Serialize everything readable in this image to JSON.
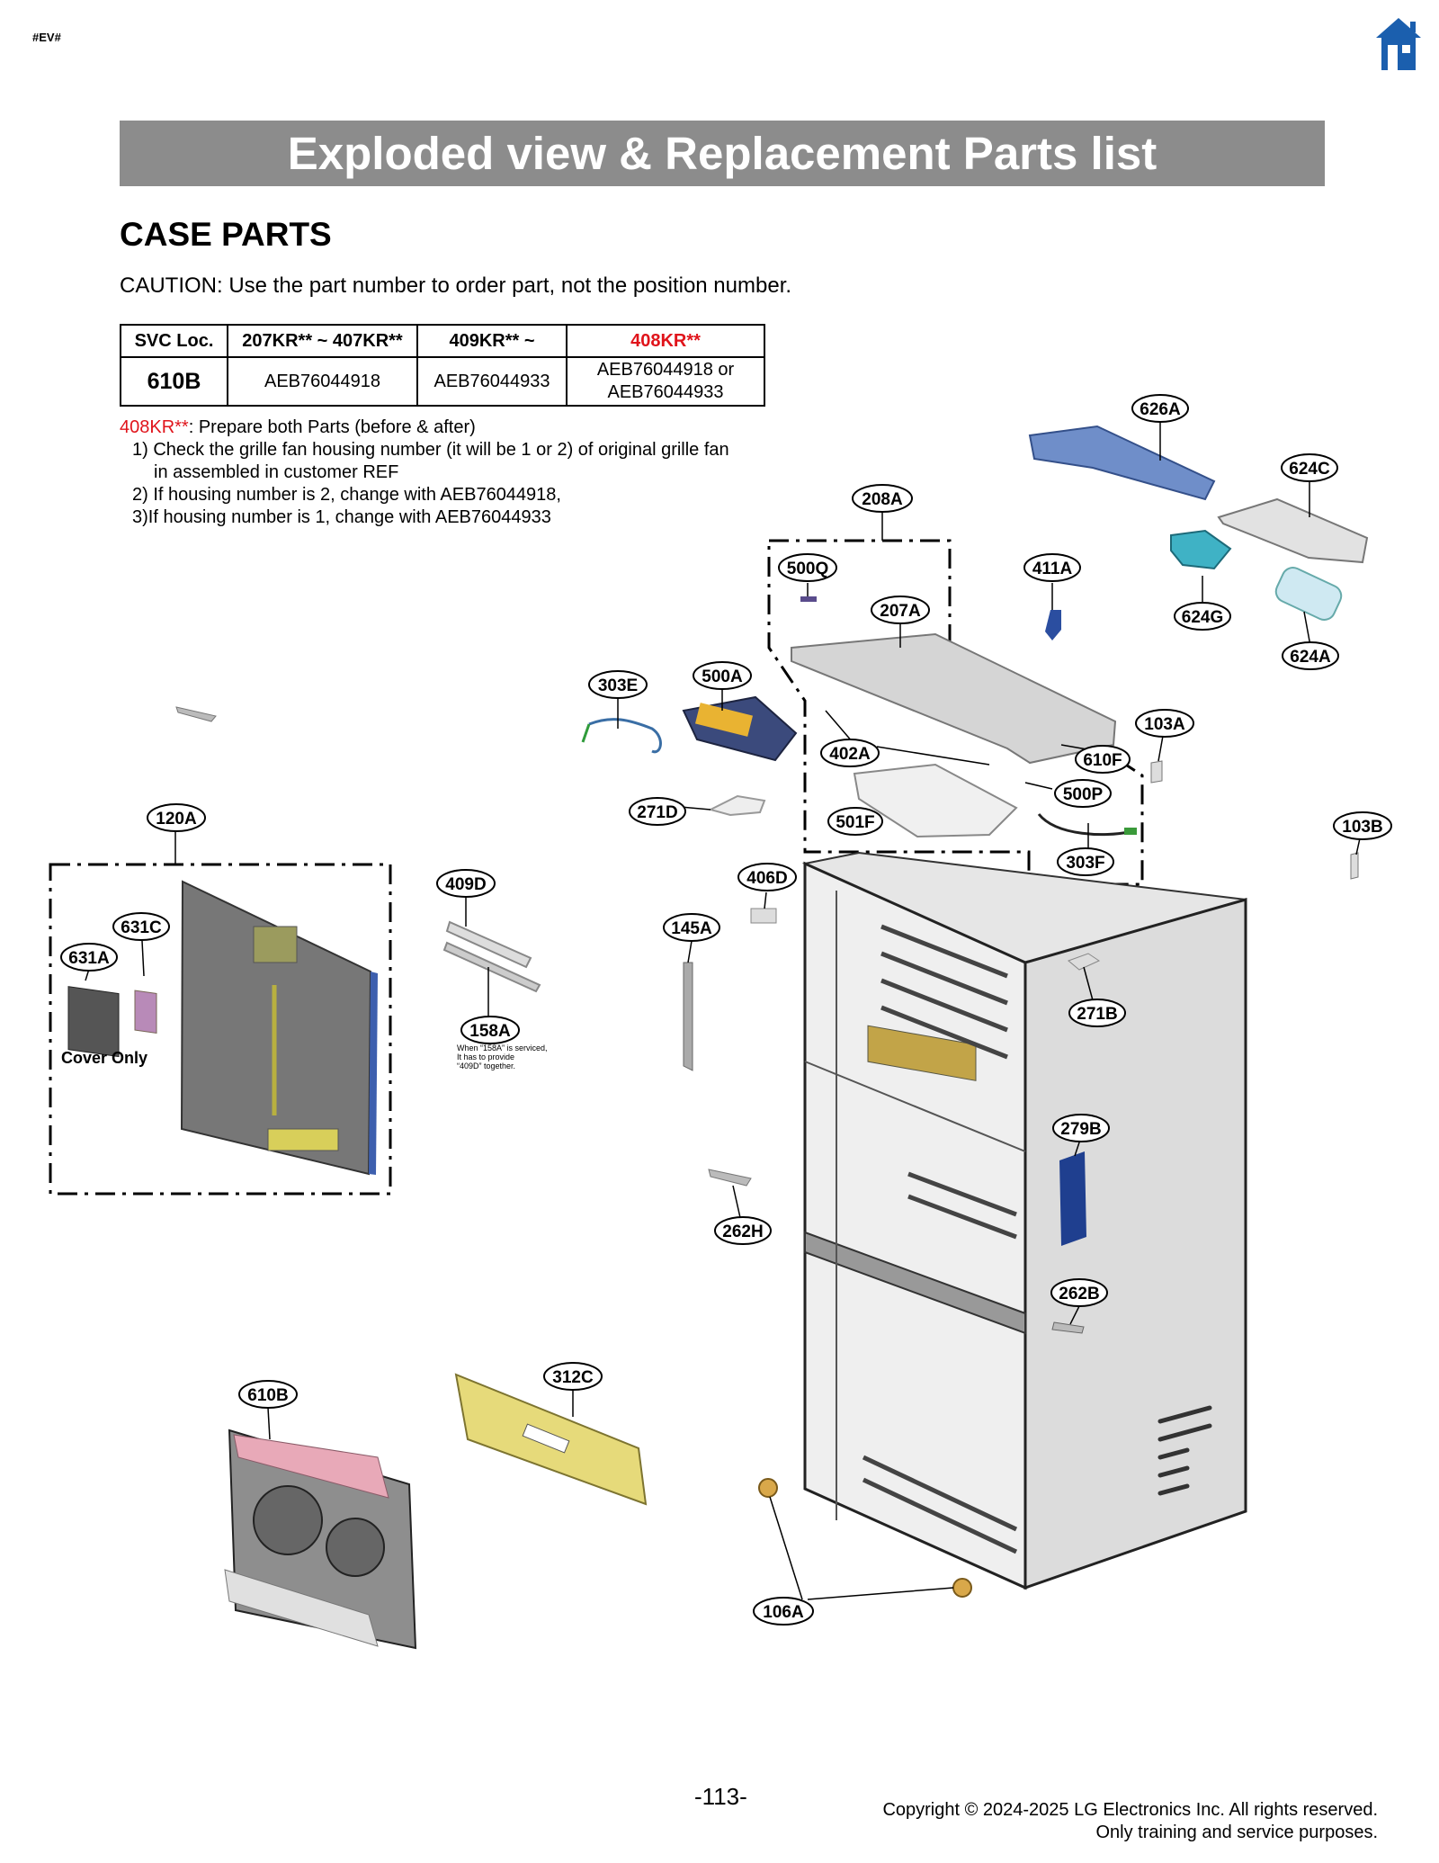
{
  "header": {
    "tag": "#EV#",
    "home_icon": "home-icon"
  },
  "banner_title": "Exploded view & Replacement Parts list",
  "section_title": "CASE PARTS",
  "caution": "CAUTION: Use the part number to order part, not the position number.",
  "svc_table": {
    "headers": [
      "SVC Loc.",
      "207KR** ~ 407KR**",
      "409KR** ~",
      "408KR**"
    ],
    "row": {
      "loc": "610B",
      "c1": "AEB76044918",
      "c2": "AEB76044933",
      "c3_line1": "AEB76044918 or",
      "c3_line2": "AEB76044933"
    },
    "highlight_color": "#e0141b"
  },
  "note": {
    "model": "408KR**",
    "text": ": Prepare both Parts (before & after)",
    "step1a": "1) Check the grille fan housing number (it will be 1 or 2) of original grille fan",
    "step1b": "in assembled in customer REF",
    "step2": "2) If housing number is 2, change with AEB76044918,",
    "step3": "3)If housing number is 1, change with AEB76044933"
  },
  "diagram": {
    "labels": {
      "626A": "626A",
      "624C": "624C",
      "208A": "208A",
      "500Q": "500Q",
      "411A": "411A",
      "624G": "624G",
      "207A": "207A",
      "624A": "624A",
      "303E": "303E",
      "500A": "500A",
      "103A": "103A",
      "402A": "402A",
      "610F": "610F",
      "500P": "500P",
      "271D": "271D",
      "501F": "501F",
      "120A": "120A",
      "103B": "103B",
      "303F": "303F",
      "406D": "406D",
      "409D": "409D",
      "631C": "631C",
      "145A": "145A",
      "631A": "631A",
      "271B": "271B",
      "158A": "158A",
      "279B": "279B",
      "262H": "262H",
      "262B": "262B",
      "312C": "312C",
      "610B": "610B",
      "106A": "106A"
    },
    "cover_only": "Cover Only",
    "note_158a_1": "When “158A” is serviced,",
    "note_158a_2": "It has to provide",
    "note_158a_3": "“409D” together."
  },
  "footer": {
    "page_number": "-113-",
    "copyright": "Copyright © 2024-2025 LG Electronics Inc. All rights reserved.",
    "purpose": "Only training and service purposes."
  }
}
